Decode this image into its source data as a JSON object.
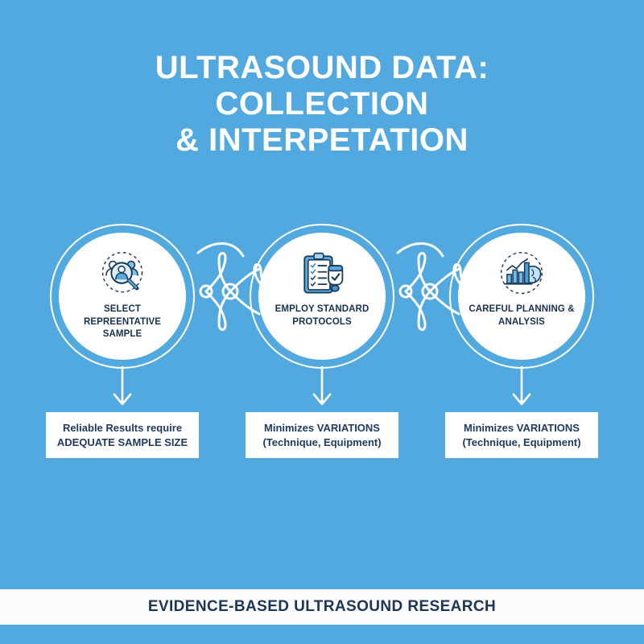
{
  "theme": {
    "background": "#52a9e0",
    "panel": "#ffffff",
    "text_dark": "#1e3a5f",
    "text_light": "#ffffff",
    "icon_blue": "#3d8fd1",
    "icon_light_blue": "#a8d8f0",
    "icon_outline": "#1c3b5a"
  },
  "title": {
    "line1": "ULTRASOUND DATA:",
    "line2": "COLLECTION",
    "line3": "& INTERPETATION"
  },
  "steps": [
    {
      "label": "SELECT REPREENTATIVE SAMPLE",
      "icon": "magnifier-people-icon",
      "caption_line1": "Reliable Results require",
      "caption_line2": "ADEQUATE SAMPLE SIZE"
    },
    {
      "label": "EMPLOY STANDARD PROTOCOLS",
      "icon": "clipboard-checklist-probe-icon",
      "caption_line1": "Minimizes VARIATIONS",
      "caption_line2": "(Technique, Equipment)"
    },
    {
      "label": "CAREFUL PLANNING & ANALYSIS",
      "icon": "bar-chart-brain-icon",
      "caption_line1": "Minimizes VARIATIONS",
      "caption_line2": "(Technique, Equipment)"
    }
  ],
  "connectors": [
    {
      "icon": "diamond-node-connector-icon"
    },
    {
      "icon": "diamond-node-connector-icon"
    }
  ],
  "arrows": [
    {
      "icon": "arrow-down-icon"
    },
    {
      "icon": "arrow-down-icon"
    },
    {
      "icon": "arrow-down-icon"
    }
  ],
  "footer": {
    "text": "EVIDENCE-BASED ULTRASOUND RESEARCH"
  }
}
